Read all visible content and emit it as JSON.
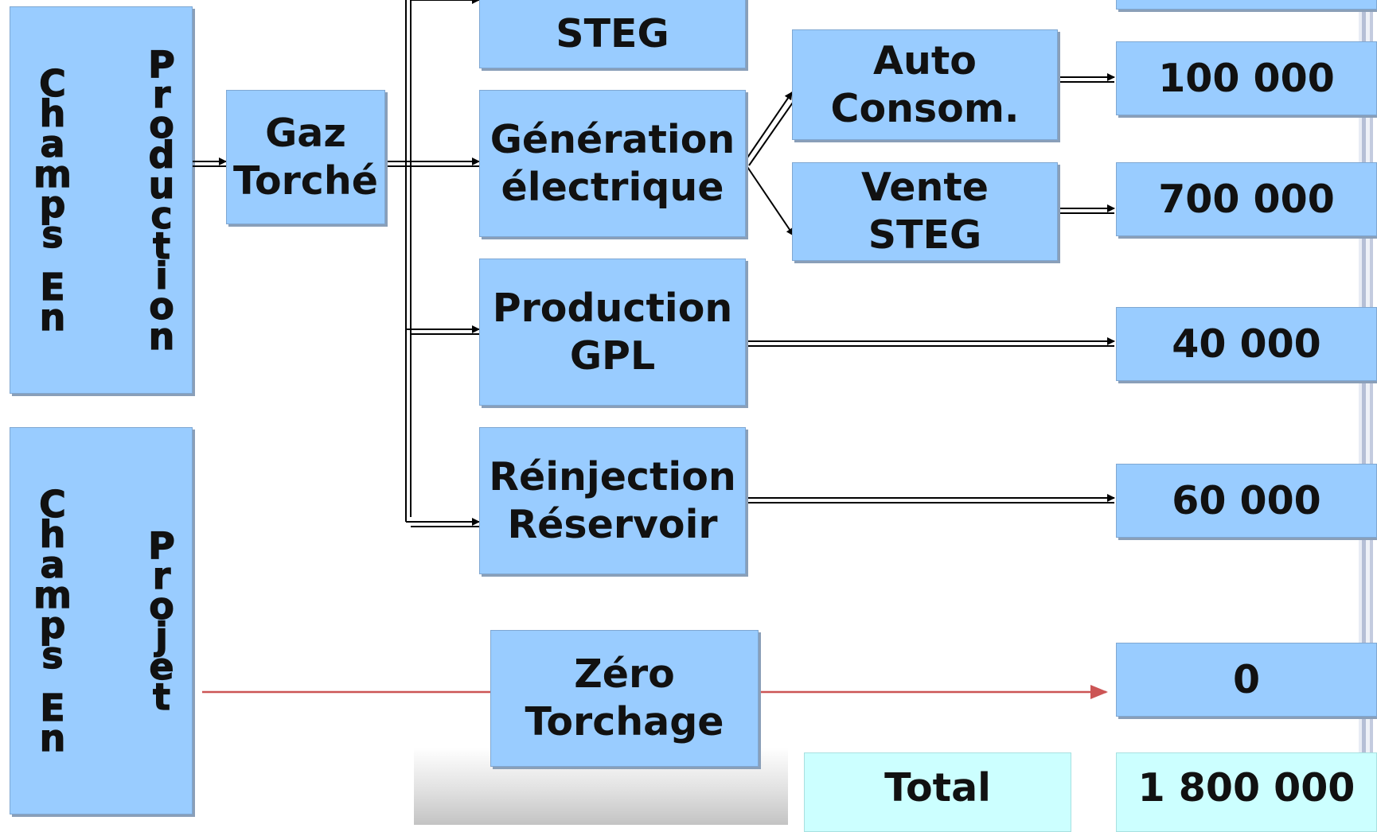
{
  "left_boxes": {
    "production": {
      "left_text": "Champs En",
      "right_text": "Production"
    },
    "projet": {
      "left_text": "Champs En",
      "right_text": "Projet"
    }
  },
  "nodes": {
    "gaz_torche": "Gaz\nTorché",
    "steg": "STEG",
    "generation": "Génération\nélectrique",
    "production_gpl": "Production\nGPL",
    "reinjection": "Réinjection\nRéservoir",
    "auto_consom": "Auto\nConsom.",
    "vente_steg": "Vente\nSTEG",
    "zero_torchage": "Zéro\nTorchage"
  },
  "values": {
    "auto_consom": "100 000",
    "vente_steg": "700 000",
    "production_gpl": "40 000",
    "reinjection": "60 000",
    "zero_torchage": "0"
  },
  "total": {
    "label": "Total",
    "value": "1 800 000"
  },
  "colors": {
    "box": "#99ccff",
    "total_box": "#ccffff",
    "arrow": "#000000",
    "projet_arrow": "#cc6666"
  }
}
